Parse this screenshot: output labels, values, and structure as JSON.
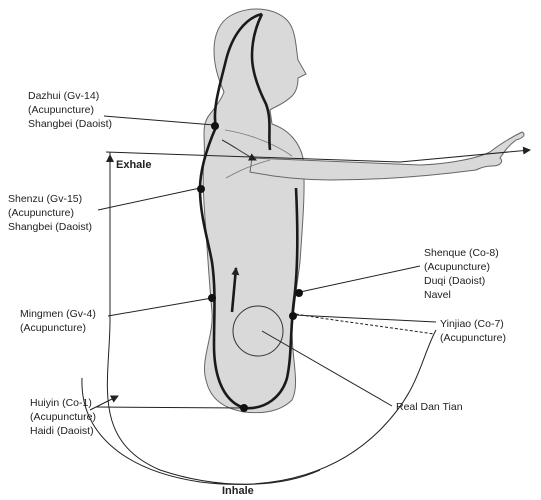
{
  "labels": {
    "dazhui": [
      "Dazhui (Gv-14)",
      "(Acupuncture)",
      "Shangbei (Daoist)"
    ],
    "shenzu": [
      "Shenzu (Gv-15)",
      "(Acupuncture)",
      "Shangbei (Daoist)"
    ],
    "mingmen": [
      "Mingmen (Gv-4)",
      "(Acupuncture)"
    ],
    "huiyin": [
      "Huiyin (Co-1)",
      "(Acupuncture)",
      "Haidi (Daoist)"
    ],
    "shenque": [
      "Shenque (Co-8)",
      "(Acupuncture)",
      "Duqi (Daoist)",
      "Navel"
    ],
    "yinjiao": [
      "Yinjiao (Co-7)",
      "(Acupuncture)"
    ],
    "dantian": "Real Dan Tian",
    "exhale": "Exhale",
    "inhale": "Inhale"
  },
  "colors": {
    "body_fill": "#d9d9d9",
    "outline": "#555555",
    "path": "#1a1a1a",
    "leader": "#222222"
  }
}
